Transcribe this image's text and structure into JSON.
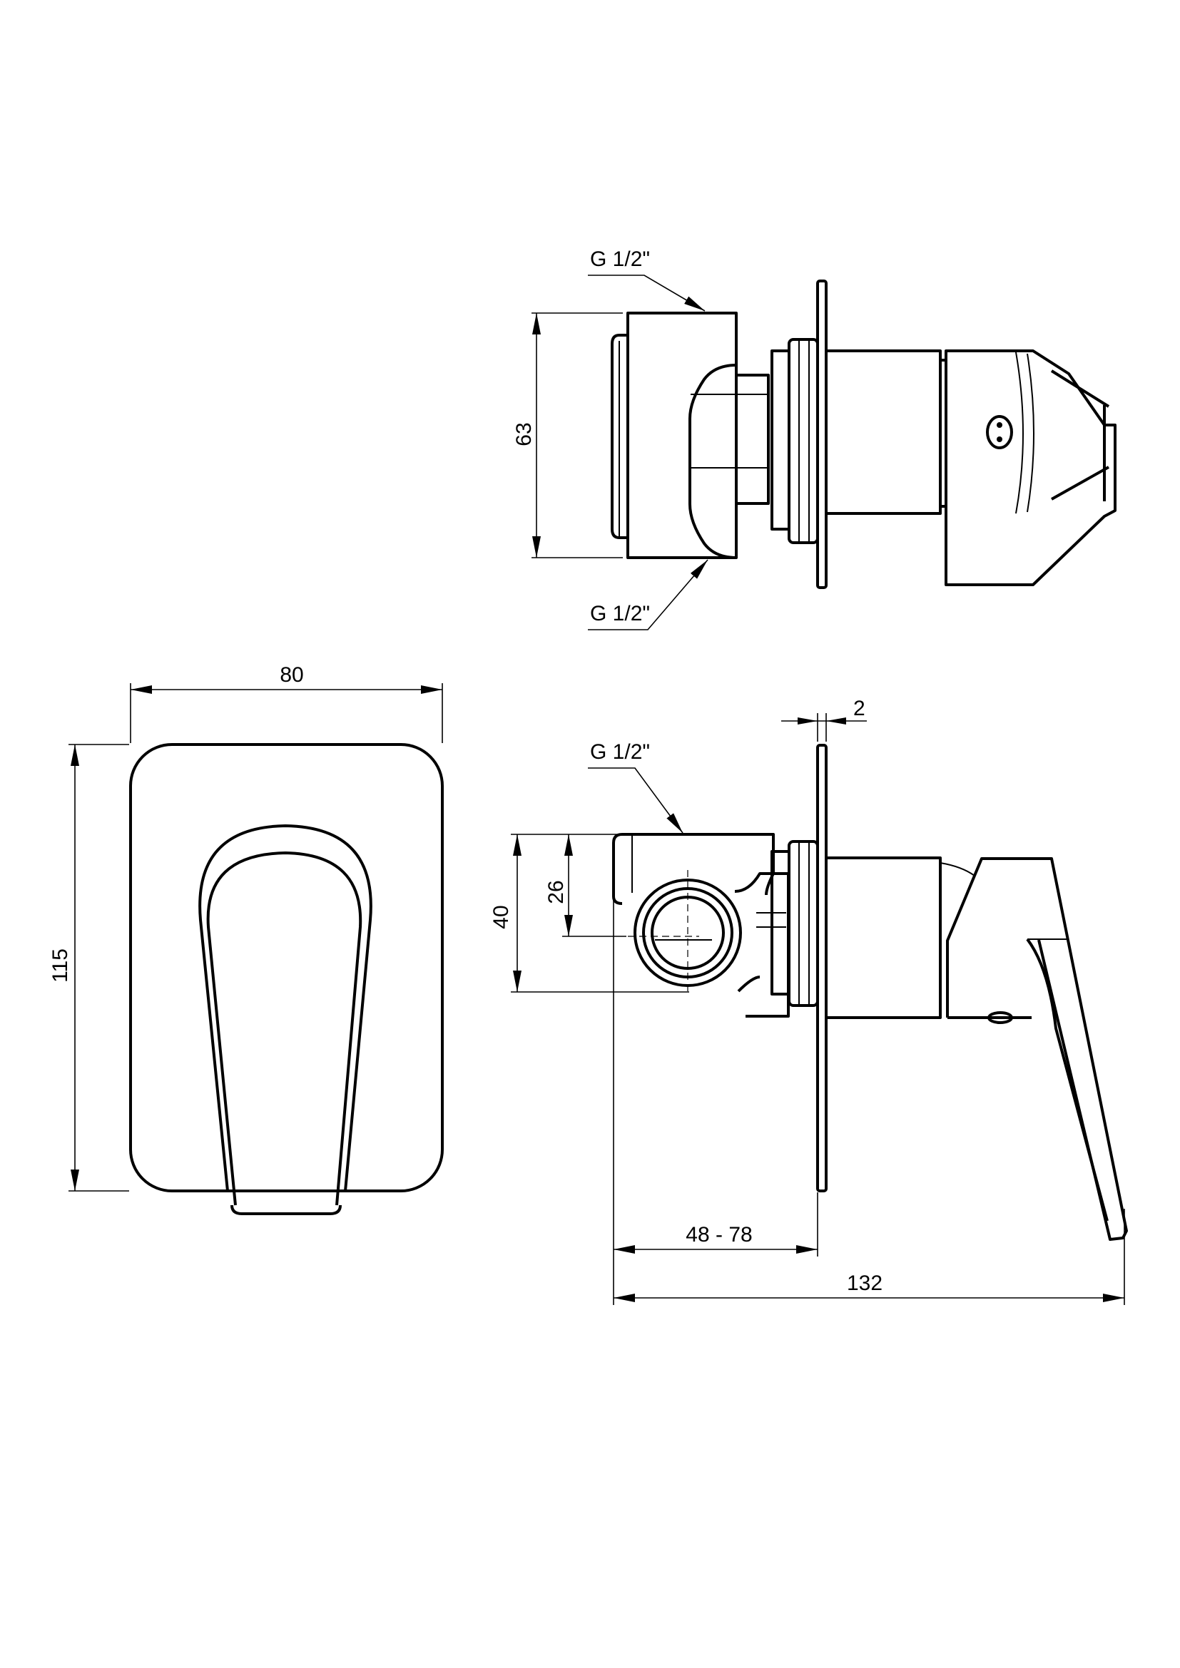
{
  "top_view": {
    "dim_height": "63",
    "thread_top": "G 1/2\"",
    "thread_bottom": "G 1/2\""
  },
  "front_view": {
    "dim_width": "80",
    "dim_height": "115"
  },
  "side_view": {
    "thread": "G 1/2\"",
    "dim_plate_thickness": "2",
    "dim_outer_height": "40",
    "dim_inner_height": "26",
    "dim_depth_range": "48 - 78",
    "dim_total_depth": "132"
  }
}
